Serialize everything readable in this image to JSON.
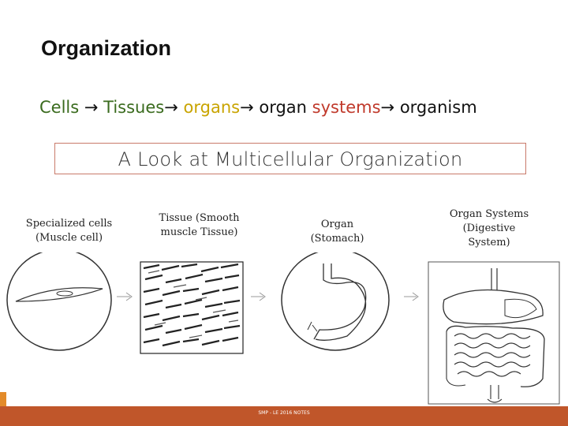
{
  "slide": {
    "title": "Organization",
    "sequence": [
      {
        "text": "Cells ",
        "color": "#3a6b1e"
      },
      {
        "text": "→ ",
        "color": "#111111"
      },
      {
        "text": "Tissues",
        "color": "#3a6b1e"
      },
      {
        "text": "→ ",
        "color": "#111111"
      },
      {
        "text": "organs",
        "color": "#c9a400"
      },
      {
        "text": "→ ",
        "color": "#111111"
      },
      {
        "text": "organ ",
        "color": "#111111"
      },
      {
        "text": "systems",
        "color": "#c0392b"
      },
      {
        "text": "→ ",
        "color": "#111111"
      },
      {
        "text": "organism",
        "color": "#111111"
      }
    ]
  },
  "figure": {
    "heading": "A Look at Multicellular Organization",
    "labels": {
      "cells_line1": "Specialized cells",
      "cells_line2": "(Muscle cell)",
      "tissue_line1": "Tissue (Smooth",
      "tissue_line2": "muscle Tissue)",
      "organ_line1": "Organ",
      "organ_line2": "(Stomach)",
      "system_line1": "Organ Systems",
      "system_line2": "(Digestive",
      "system_line3": "System)"
    }
  },
  "footer": {
    "text": "SMP - LE 2016 NOTES"
  }
}
